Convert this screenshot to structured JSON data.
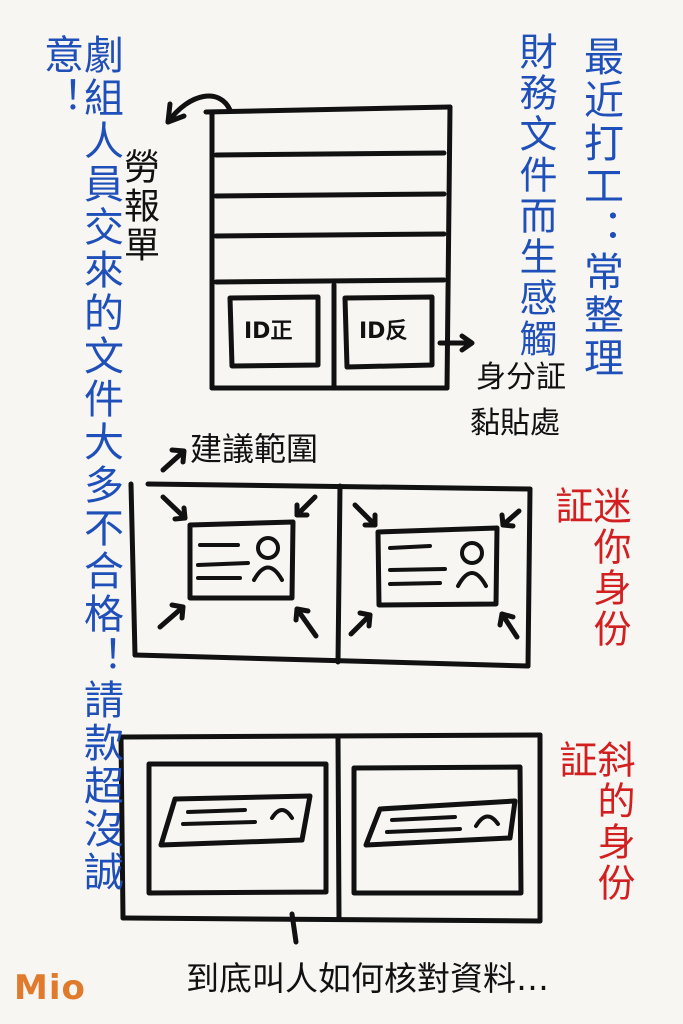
{
  "left_note": "劇組人員交來的文件大多不合格！請款超沒誠意！",
  "right_note_1": "最近打工：常整理",
  "right_note_2": "財務文件而生感觸",
  "labor_form_label": "勞報單",
  "id_front_label": "ID正",
  "id_back_label": "ID反",
  "id_paste_label_line1": "身分証",
  "id_paste_label_line2": "黏貼處",
  "suggested_range_label": "建議範圍",
  "mini_id_label": "迷你身份証",
  "tilted_id_label": "斜的身份証",
  "bottom_caption": "到底叫人如何核對資料…",
  "logo_text": "Mio",
  "colors": {
    "blue_ink": "#1f4fb8",
    "red_ink": "#d21f1f",
    "black_ink": "#111111",
    "logo": "#e07a2c"
  }
}
